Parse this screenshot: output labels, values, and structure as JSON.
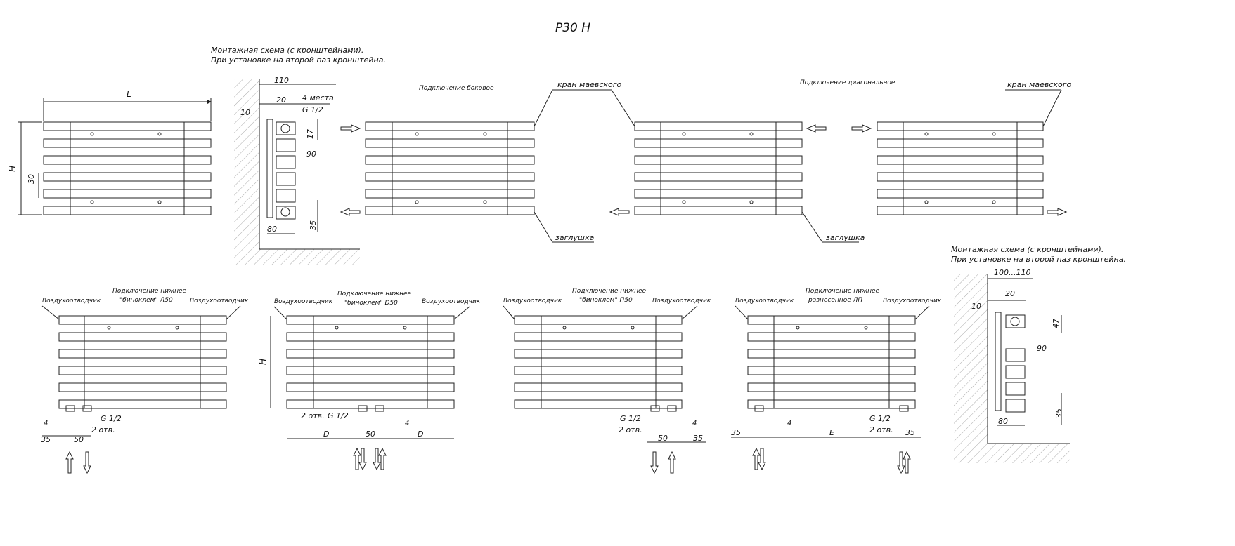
{
  "title": "P30 H",
  "labels": {
    "mounting_scheme_line1": "Монтажная схема (с кронштейнами).",
    "mounting_scheme_line2": "При установке на второй паз кронштейна.",
    "conn_side": "Подключение боковое",
    "conn_diagonal": "Подключение диагональное",
    "mayevsky_valve": "кран маевского",
    "plug": "заглушка",
    "air_vent": "Воздухоотводчик",
    "conn_bottom": "Подключение нижнее",
    "binoclem_l50": "\"биноклем\" Л50",
    "binoclem_d50": "\"биноклем\" D50",
    "binoclem_p50": "\"биноклем\" П50",
    "spaced_lp": "разнесенное ЛП",
    "holes_2": "2 отв.",
    "thread": "G 1/2",
    "places_4": "4 места"
  },
  "dimensions": {
    "L": "L",
    "H": "H",
    "D": "D",
    "E": "E",
    "d110": "110",
    "d100_110": "100...110",
    "d20": "20",
    "d10": "10",
    "d17": "17",
    "d47": "47",
    "d90": "90",
    "d35": "35",
    "d80": "80",
    "d30": "30",
    "d50": "50",
    "d4": "4"
  },
  "colors": {
    "line": "#222222",
    "hatch": "#888888"
  }
}
